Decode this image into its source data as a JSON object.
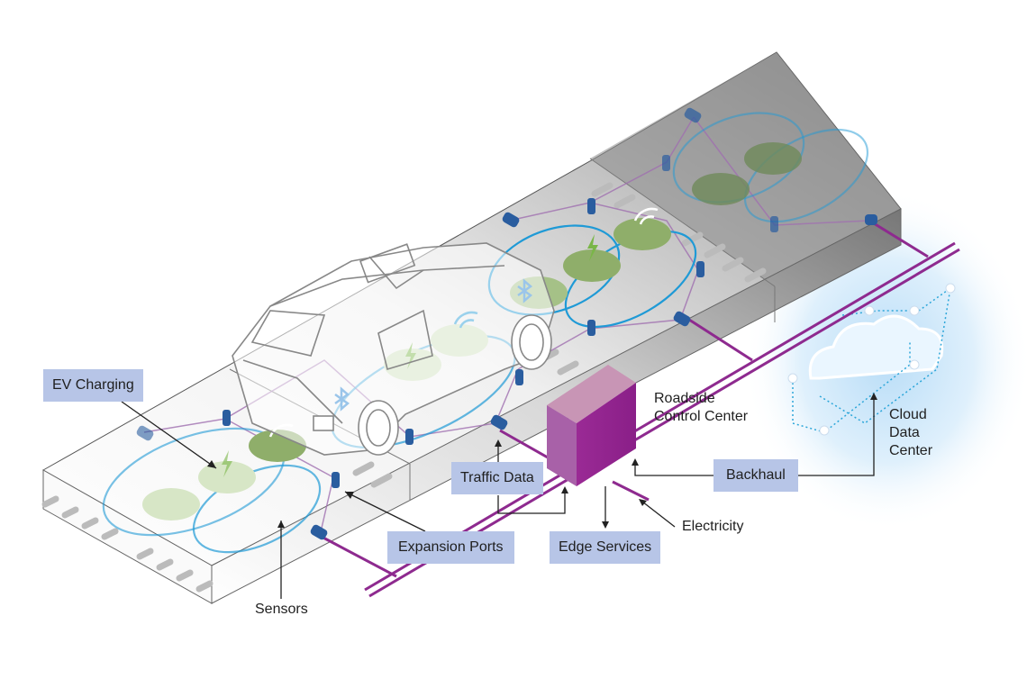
{
  "labels": {
    "ev_charging": "EV Charging",
    "roadside_control_center": "Roadside\nControl Center",
    "cloud_data_center": "Cloud\nData\nCenter",
    "traffic_data": "Traffic Data",
    "backhaul": "Backhaul",
    "electricity": "Electricity",
    "expansion_ports": "Expansion Ports",
    "edge_services": "Edge Services",
    "sensors": "Sensors"
  },
  "colors": {
    "label_box": "#b7c5e7",
    "conduit": "#8e2a8f",
    "control_box": "#9a2a95",
    "charging_pad": "#8fae6a",
    "wireless_loop": "#1f9ad6",
    "port": "#2a5d9f",
    "cloud_glow": "#cfe8fa"
  },
  "icons": [
    "bluetooth-icon",
    "wifi-icon",
    "lightning-icon",
    "cloud-icon"
  ]
}
